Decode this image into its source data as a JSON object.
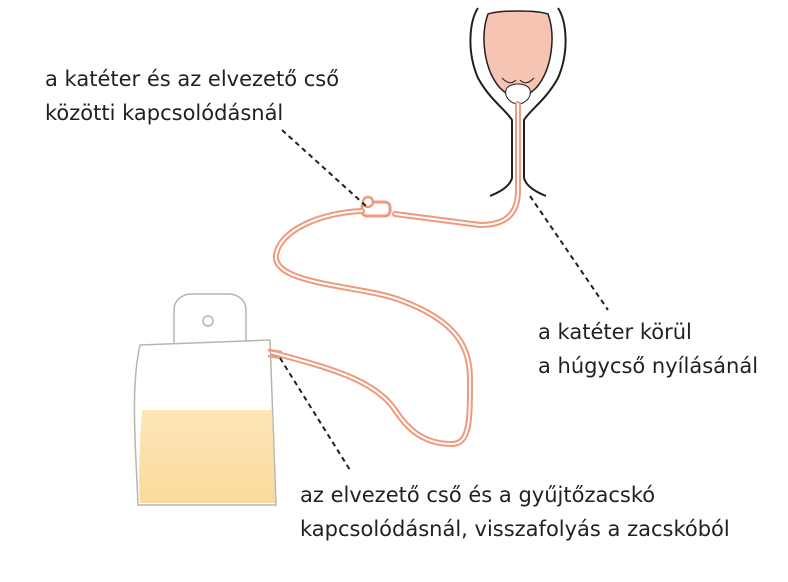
{
  "labels": {
    "connector": {
      "line1": "a katéter és az elvezető cső",
      "line2": "közötti kapcsolódásnál"
    },
    "urethra": {
      "line1": "a katéter körül",
      "line2": "a húgycső nyílásánál"
    },
    "bag": {
      "line1": "az elvezető cső és a gyűjtőzacskó",
      "line2": "kapcsolódásnál, visszafolyás a zacskóból"
    }
  },
  "colors": {
    "tube": "#ef9a7e",
    "bladder_fill": "#f6c4b2",
    "urine": "#fde5b3",
    "outline": "#231f20",
    "bag_outline": "#b8b4b2"
  }
}
